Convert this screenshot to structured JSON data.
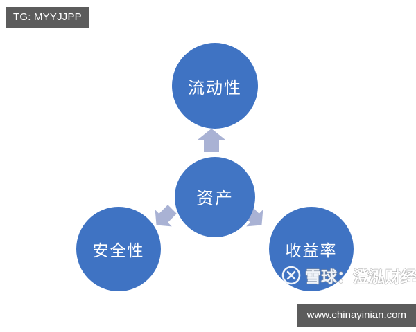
{
  "badge": {
    "label": "TG: MYYJJPP"
  },
  "diagram": {
    "center": {
      "label": "资产",
      "color": "#4175c4"
    },
    "nodes": [
      {
        "id": "liquidity",
        "label": "流动性",
        "color": "#3f73c3",
        "position": "top"
      },
      {
        "id": "safety",
        "label": "安全性",
        "color": "#3f73c3",
        "position": "bottom-left"
      },
      {
        "id": "yield",
        "label": "收益率",
        "color": "#3f73c3",
        "position": "bottom-right"
      }
    ],
    "arrows": [
      {
        "id": "arrow-up",
        "direction": "up",
        "color": "#a9b2d4"
      },
      {
        "id": "arrow-down-left",
        "direction": "down-left",
        "color": "#a9b2d4"
      },
      {
        "id": "arrow-down-right",
        "direction": "down-right",
        "color": "#a9b2d4"
      }
    ]
  },
  "watermark": {
    "logo": "xueqiu-logo-icon",
    "text": "雪球：澄泓财经"
  },
  "url_bar": {
    "text": "www.chinayinian.com"
  },
  "colors": {
    "background": "#ffffff",
    "circle_blue": "#3f73c3",
    "arrow_periwinkle": "#a9b2d4",
    "badge_grey": "#5c5c5c",
    "text_white": "#ffffff"
  }
}
